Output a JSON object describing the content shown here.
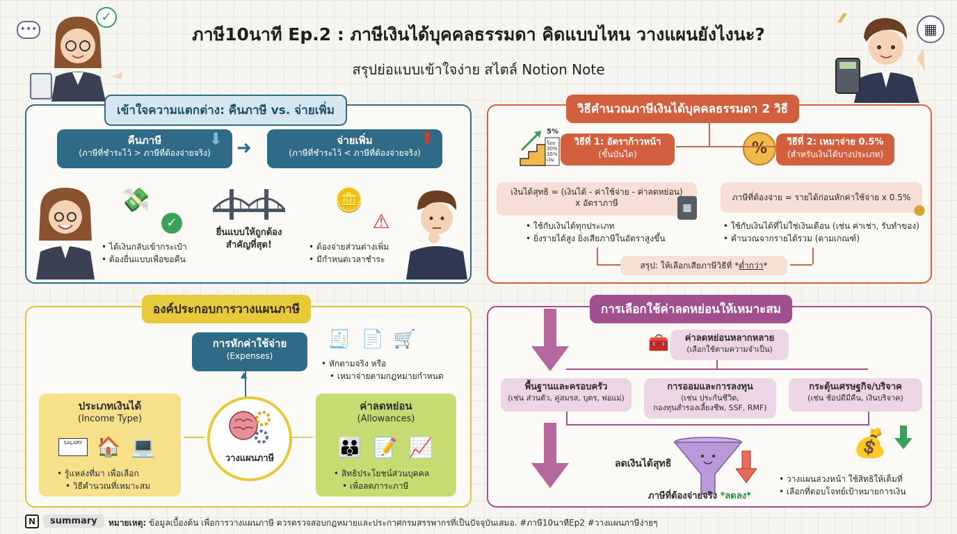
{
  "header": {
    "title": "ภาษี10นาที Ep.2 : ภาษีเงินได้บุคคลธรรมดา คิดแบบไหน วางแผนยังไงนะ?",
    "subtitle": "สรุปย่อแบบเข้าใจง่าย สไตล์ Notion Note"
  },
  "panel1": {
    "title": "เข้าใจความแตกต่าง: คืนภาษี vs. จ่ายเพิ่ม",
    "refund": {
      "label": "คืนภาษี",
      "sub": "(ภาษีที่ชำระไว้ > ภาษีที่ต้องจ่ายจริง)",
      "bullets": [
        "ได้เงินกลับเข้ากระเป๋า",
        "ต้องยื่นแบบเพื่อขอคืน"
      ]
    },
    "payMore": {
      "label": "จ่ายเพิ่ม",
      "sub": "(ภาษีที่ชำระไว้ < ภาษีที่ต้องจ่ายจริง)",
      "bullets": [
        "ต้องจ่ายส่วนต่างเพิ่ม",
        "มีกำหนดเวลาชำระ"
      ]
    },
    "center": "ยื่นแบบให้ถูกต้อง\nสำคัญที่สุด!"
  },
  "panel2": {
    "title": "วิธีคำนวณภาษีเงินได้บุคคลธรรมดา 2 วิธี",
    "method1": {
      "label": "วิธีที่ 1: อัตราก้าวหน้า",
      "sub": "(ขั้นบันได)",
      "percent": "5%",
      "steps": [
        "ร้อย",
        "30%",
        "35%",
        "เงิน"
      ],
      "formula1": "เงินได้สุทธิ = (เงินได้ - ค่าใช้จ่าย - ค่าลดหย่อน)",
      "formula2": "x อัตราภาษี",
      "bullets": [
        "ใช้กับเงินได้ทุกประเภท",
        "ยิ่งรายได้สูง ยิ่งเสียภาษีในอัตราสูงขึ้น"
      ]
    },
    "method2": {
      "label": "วิธีที่ 2: เหมาจ่าย 0.5%",
      "sub": "(สำหรับเงินได้บางประเภท)",
      "formula": "ภาษีที่ต้องจ่าย = รายได้ก่อนหักค่าใช้จ่าย x 0.5%",
      "bullets": [
        "ใช้กับเงินได้ที่ไม่ใช่เงินเดือน (เช่น ค่าเช่า, รับทำของ)",
        "คำนวณจากรายได้รวม (ตามเกณฑ์)"
      ]
    },
    "summaryPrefix": "สรุป: ให้เลือกเสียภาษีวิธีที่ *",
    "summaryEmph": "ต่ำกว่า",
    "summarySuffix": "*"
  },
  "panel3": {
    "title": "องค์ประกอบการวางแผนภาษี",
    "expenses": {
      "label": "การหักค่าใช้จ่าย",
      "en": "(Expenses)",
      "bullets": [
        "หักตามจริง หรือ",
        "เหมาจ่ายตามกฎหมายกำหนด"
      ]
    },
    "income": {
      "label": "ประเภทเงินได้",
      "en": "(Income Type)",
      "salary": "SALARY",
      "bullets": [
        "รู้แหล่งที่มา เพื่อเลือก",
        "วิธีคำนวณที่เหมาะสม"
      ]
    },
    "allow": {
      "label": "ค่าลดหย่อน",
      "en": "(Allowances)",
      "bullets": [
        "สิทธิประโยชน์ส่วนบุคคล",
        "เพื่อลดภาระภาษี"
      ]
    },
    "center": "วางแผนภาษี"
  },
  "panel4": {
    "title": "การเลือกใช้ค่าลดหย่อนให้เหมาะสม",
    "top": {
      "label": "ค่าลดหย่อนหลากหลาย",
      "sub": "(เลือกใช้ตามความจำเป็น)"
    },
    "c1": {
      "label": "พื้นฐานและครอบครัว",
      "sub": "(เช่น ส่วนตัว, คู่สมรส, บุตร, พ่อแม่)"
    },
    "c2": {
      "label": "การออมและการลงทุน",
      "sub1": "(เช่น ประกันชีวิต,",
      "sub2": "กองทุนสำรองเลี้ยงชีพ, SSF, RMF)"
    },
    "c3": {
      "label": "กระตุ้นเศรษฐกิจ/บริจาค",
      "sub": "(เช่น ช้อปดีมีคืน, เงินบริจาค)"
    },
    "reduce": "ลดเงินได้สุทธิ",
    "taxPrefix": "ภาษีที่ต้องจ่ายจริง ",
    "taxEmph": "*ลดลง*",
    "bullets": [
      "วางแผนล่วงหน้า ใช้สิทธิให้เต็มที่",
      "เลือกที่ตอบโจทย์เป้าหมายการเงิน"
    ]
  },
  "footer": {
    "badge": "summary",
    "noteLabel": "หมายเหตุ:",
    "note": " ข้อมูลเบื้องต้น เพื่อการวางแผนภาษี ควรตรวจสอบกฎหมายและประกาศกรมสรรพากรที่เป็นปัจจุบันเสมอ. #ภาษี10นาทีEp2 #วางแผนภาษีง่ายๆ"
  },
  "colors": {
    "blue": "#2f6b86",
    "orange": "#d2603f",
    "yellow": "#e2c23c",
    "purple": "#a24f8f",
    "green": "#c5dc72"
  }
}
